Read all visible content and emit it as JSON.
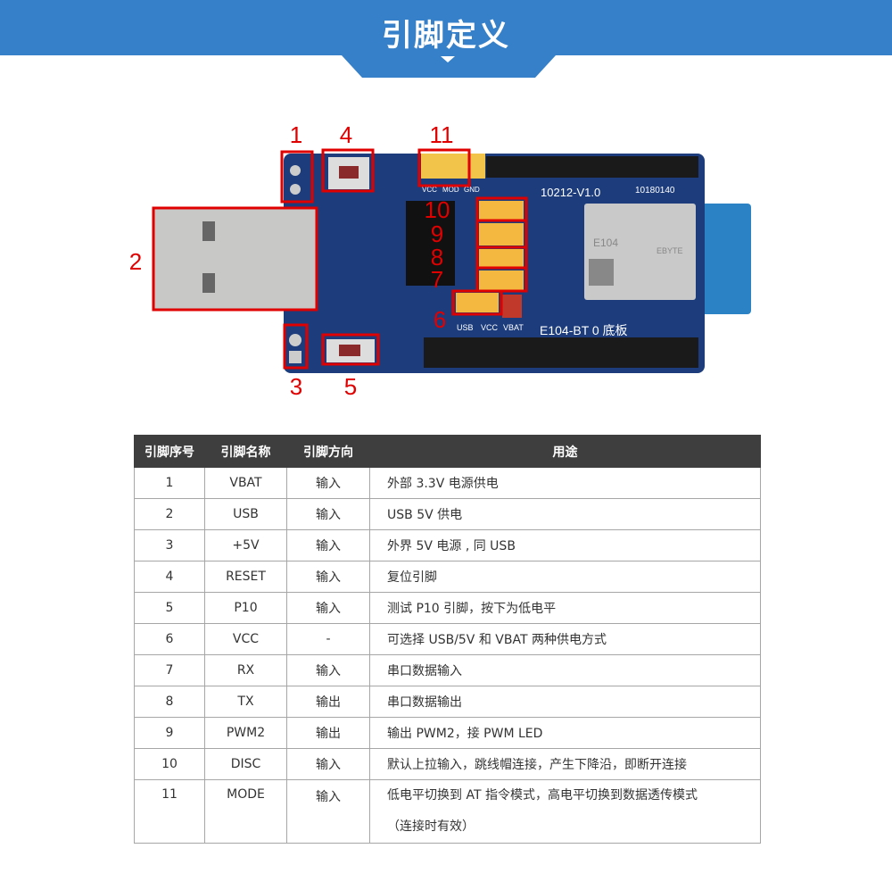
{
  "header": {
    "title": "引脚定义",
    "color": "#3580c8"
  },
  "board": {
    "markers": [
      "1",
      "2",
      "3",
      "4",
      "5",
      "6",
      "7",
      "8",
      "9",
      "10",
      "11"
    ],
    "silkscreen": {
      "version": "10212-V1.0",
      "serial": "10180140",
      "name": "E104-BT 0 底板",
      "top_jumpers": [
        "VCC",
        "MOD",
        "GND"
      ],
      "power_jumpers": [
        "USB",
        "VCC",
        "VBAT"
      ],
      "module": "E104",
      "brand": "EBYTE"
    },
    "marker_color": "#e00000"
  },
  "table": {
    "headers": [
      "引脚序号",
      "引脚名称",
      "引脚方向",
      "用途"
    ],
    "rows": [
      [
        "1",
        "VBAT",
        "输入",
        "外部 3.3V 电源供电"
      ],
      [
        "2",
        "USB",
        "输入",
        "USB 5V 供电"
      ],
      [
        "3",
        "+5V",
        "输入",
        "外界 5V 电源 , 同 USB"
      ],
      [
        "4",
        "RESET",
        "输入",
        "复位引脚"
      ],
      [
        "5",
        "P10",
        "输入",
        "测试 P10 引脚，按下为低电平"
      ],
      [
        "6",
        "VCC",
        "-",
        "可选择 USB/5V 和 VBAT 两种供电方式"
      ],
      [
        "7",
        "RX",
        "输入",
        "串口数据输入"
      ],
      [
        "8",
        "TX",
        "输出",
        "串口数据输出"
      ],
      [
        "9",
        "PWM2",
        "输出",
        "输出 PWM2，接 PWM LED"
      ],
      [
        "10",
        "DISC",
        "输入",
        "默认上拉输入，跳线帽连接，产生下降沿，即断开连接"
      ],
      [
        "11",
        "MODE",
        "输入",
        "低电平切换到 AT 指令模式，高电平切换到数据透传模式"
      ]
    ],
    "row11_note": "（连接时有效）"
  }
}
